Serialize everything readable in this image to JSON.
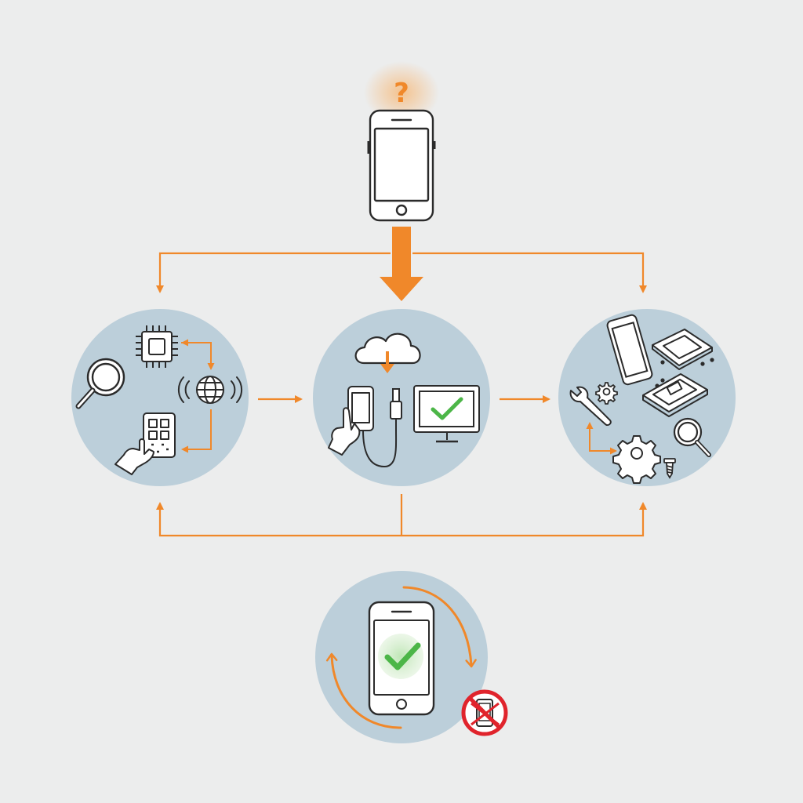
{
  "diagram": {
    "start": {
      "question_mark": "?",
      "icon": "smartphone-icon"
    },
    "stages": [
      {
        "id": "diagnose",
        "icons": [
          "chip-icon",
          "magnifier-icon",
          "globe-signal-icon",
          "hand-tapping-phone-icon"
        ]
      },
      {
        "id": "software",
        "icons": [
          "cloud-download-icon",
          "hand-holding-phone-icon",
          "usb-cable-icon",
          "monitor-check-icon"
        ]
      },
      {
        "id": "hardware",
        "icons": [
          "loose-phone-icon",
          "phone-screen-panel-icon",
          "open-phone-board-icon",
          "wrench-icon",
          "gear-icon",
          "screw-icon",
          "magnifier-icon"
        ]
      }
    ],
    "outcome": {
      "icons": [
        "phone-success-check-icon",
        "cycle-arrows-icon",
        "phone-prohibited-icon"
      ]
    }
  },
  "colors": {
    "background": "#eceded",
    "circle_fill": "#bccfda",
    "accent_orange": "#f0882a",
    "check_green": "#4cb648",
    "prohibit_red": "#e0242c",
    "outline": "#2b2b2b"
  }
}
